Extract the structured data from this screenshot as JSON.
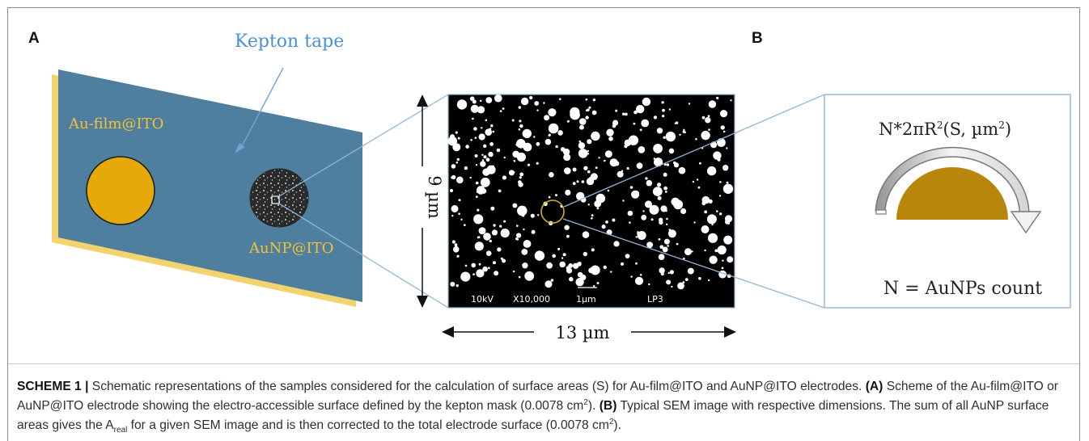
{
  "panels": {
    "a": "A",
    "b": "B"
  },
  "panel_a": {
    "kepton_label": "Kepton tape",
    "au_film_label": "Au-film@ITO",
    "aunp_label": "AuNP@ITO"
  },
  "sem": {
    "height_label": "9 µm",
    "width_label": "13 µm",
    "info_kv": "10kV",
    "info_mag": "X10,000",
    "info_scale": "1µm",
    "info_code": "LP3"
  },
  "panel_b": {
    "formula_prefix": "N*2πR",
    "formula_sup": "2",
    "formula_mid": "(S, µm",
    "formula_sup2": "2",
    "formula_end": ")",
    "count_label": "N = AuNPs count"
  },
  "colors": {
    "slide": "#4f7f9e",
    "slide_edge": "#f1d46e",
    "gold": "#e5aa0a",
    "label_gold": "#f2c23a",
    "kepton_blue": "#4a90d9",
    "line_blue": "#8fb7dc",
    "dome": "#b8860b"
  },
  "caption": {
    "title": "SCHEME 1",
    "separator": "|",
    "text1": "Schematic representations of the samples considered for the calculation of surface areas (S) for Au-film@ITO and AuNP@ITO electrodes.",
    "a_tag": "(A)",
    "text2": "Scheme of the Au-film@ITO or AuNP@ITO electrode showing the electro-accessible surface defined by the kepton mask (0.0078 cm",
    "sup1": "2",
    "text3": ").",
    "b_tag": "(B)",
    "text4": "Typical SEM image with respective dimensions. The sum of all AuNP surface areas gives the A",
    "sub": "real",
    "text5": "for a given SEM image and is then corrected to the total electrode surface (0.0078 cm",
    "sup2": "2",
    "text6": ")."
  }
}
